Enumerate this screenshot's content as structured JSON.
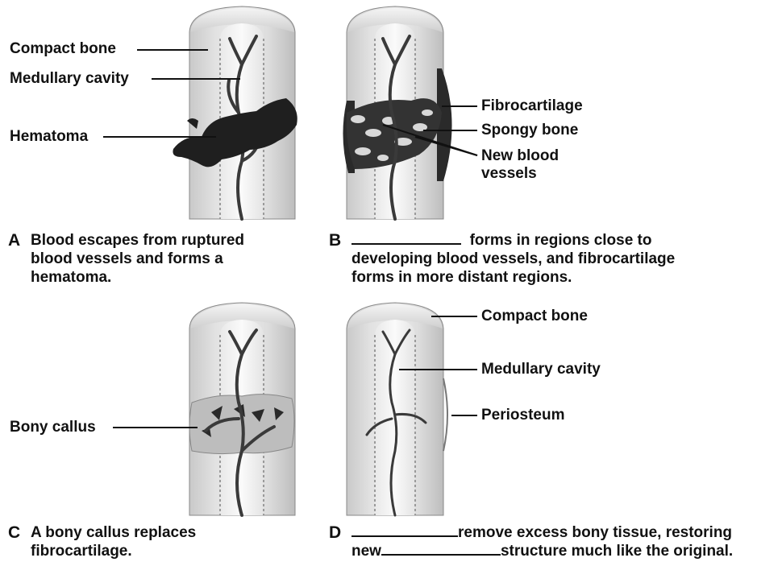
{
  "panels": {
    "a": {
      "letter": "A",
      "caption": [
        "Blood escapes from ruptured",
        "blood vessels and forms a",
        "hematoma."
      ],
      "labels": {
        "compact_bone": "Compact bone",
        "medullary_cavity": "Medullary cavity",
        "hematoma": "Hematoma"
      }
    },
    "b": {
      "letter": "B",
      "caption_line1_after_blank": "forms in regions close to",
      "caption": [
        "developing blood vessels, and fibrocartilage",
        "forms in more distant regions."
      ],
      "labels": {
        "fibrocartilage": "Fibrocartilage",
        "spongy_bone": "Spongy bone",
        "new_blood_vessels_1": "New blood",
        "new_blood_vessels_2": "vessels"
      }
    },
    "c": {
      "letter": "C",
      "caption": [
        "A bony callus replaces",
        "fibrocartilage."
      ],
      "labels": {
        "bony_callus": "Bony callus"
      }
    },
    "d": {
      "letter": "D",
      "caption_line1_after_blank": "remove excess bony tissue, restoring",
      "caption_line2_before_blank": "new",
      "caption_line2_after_blank": "structure much like the original.",
      "labels": {
        "compact_bone": "Compact bone",
        "medullary_cavity": "Medullary cavity",
        "periosteum": "Periosteum"
      }
    }
  }
}
